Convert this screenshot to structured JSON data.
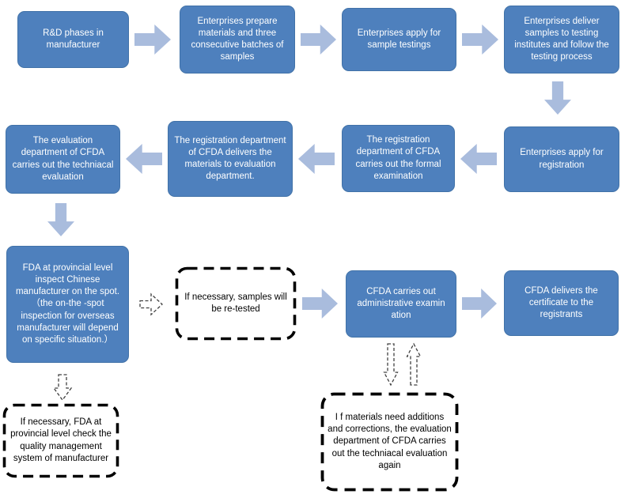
{
  "colors": {
    "node_fill": "#4e80bd",
    "node_border": "#4172a8",
    "node_text": "#ffffff",
    "solid_arrow_fill": "#a9bcdd",
    "dashed_box_stroke": "#000000",
    "dashed_box_text": "#000000",
    "dashed_arrow_stroke": "#404040",
    "background": "#ffffff"
  },
  "nodes": {
    "b1": "R&D phases in manufacturer",
    "b2": "Enterprises prepare materials and three consecutive batches of samples",
    "b3": "Enterprises apply for sample testings",
    "b4": "Enterprises deliver samples to testing institutes and follow the testing process",
    "b5": "Enterprises apply for registration",
    "b6": "The registration department of CFDA carries out the formal examination",
    "b7": "The registration department of CFDA delivers the materials to evaluation department.",
    "b8": "The evaluation department of CFDA carries out the techniacal evaluation",
    "b9": "FDA at provincial level inspect Chinese manufacturer on the spot.（the on-the -spot inspection for overseas manufacturer will depend on specific situation.）",
    "b10": "CFDA carries out administrative examin ation",
    "b11": "CFDA delivers the certificate to the registrants",
    "d1": "If necessary, samples will be re-tested",
    "d2": "If necessary, FDA at provincial level check the quality management system of manufacturer",
    "d3": "I f materials need additions and corrections, the evaluation department of CFDA carries out the techniacal evaluation again"
  },
  "arrows": [
    {
      "style": "solid",
      "direction": "right",
      "from": "b1",
      "to": "b2"
    },
    {
      "style": "solid",
      "direction": "right",
      "from": "b2",
      "to": "b3"
    },
    {
      "style": "solid",
      "direction": "right",
      "from": "b3",
      "to": "b4"
    },
    {
      "style": "solid",
      "direction": "down",
      "from": "b4",
      "to": "b5"
    },
    {
      "style": "solid",
      "direction": "left",
      "from": "b5",
      "to": "b6"
    },
    {
      "style": "solid",
      "direction": "left",
      "from": "b6",
      "to": "b7"
    },
    {
      "style": "solid",
      "direction": "left",
      "from": "b7",
      "to": "b8"
    },
    {
      "style": "solid",
      "direction": "down",
      "from": "b8",
      "to": "b9"
    },
    {
      "style": "dashed",
      "direction": "right",
      "from": "b9",
      "to": "d1"
    },
    {
      "style": "solid",
      "direction": "right",
      "from": "d1",
      "to": "b10"
    },
    {
      "style": "solid",
      "direction": "right",
      "from": "b10",
      "to": "b11"
    },
    {
      "style": "dashed",
      "direction": "down",
      "from": "b9",
      "to": "d2"
    },
    {
      "style": "dashed",
      "direction": "down",
      "from": "b10",
      "to": "d3"
    },
    {
      "style": "dashed",
      "direction": "up",
      "from": "d3",
      "to": "b10"
    }
  ]
}
